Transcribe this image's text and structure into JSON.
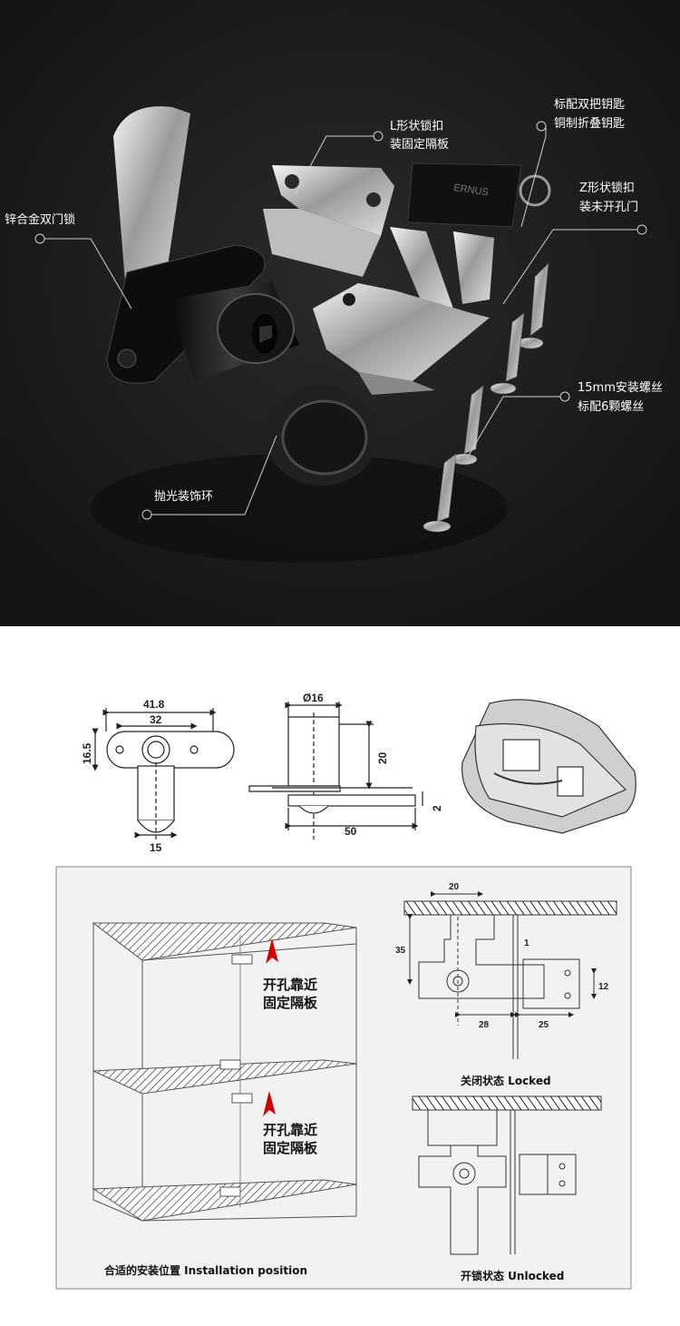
{
  "product_photo": {
    "callouts": {
      "body": "锌合金双门锁",
      "l_bracket": [
        "L形状锁扣",
        "装固定隔板"
      ],
      "keys": [
        "标配双把钥匙",
        "铜制折叠钥匙"
      ],
      "z_bracket": [
        "Z形状锁扣",
        "装未开孔门"
      ],
      "screws": [
        "15mm安装螺丝",
        "标配6颗螺丝"
      ],
      "ring": "抛光装饰环"
    },
    "key_brand": "ERNUS"
  },
  "dimension_drawing": {
    "front": {
      "width_overall": "41.8",
      "width_holes": "32",
      "height": "16.5",
      "cam_width": "15"
    },
    "side": {
      "diameter": "Ø16",
      "height": "20",
      "thickness": "2",
      "cam_length": "50"
    }
  },
  "installation": {
    "caption": "合适的安装位置 Installation position",
    "hint_top": [
      "开孔靠近",
      "固定隔板"
    ],
    "hint_bottom": [
      "开孔靠近",
      "固定隔板"
    ],
    "locked": {
      "caption": "关闭状态 Locked",
      "dims": {
        "a": "20",
        "b": "35",
        "c": "1",
        "d": "12",
        "e": "28",
        "f": "25"
      }
    },
    "unlocked": {
      "caption": "开锁状态 Unlocked"
    }
  },
  "colors": {
    "photo_bg": "#1b1b1b",
    "callout_line": "#cfcfcf",
    "arrow_red": "#d40000"
  }
}
